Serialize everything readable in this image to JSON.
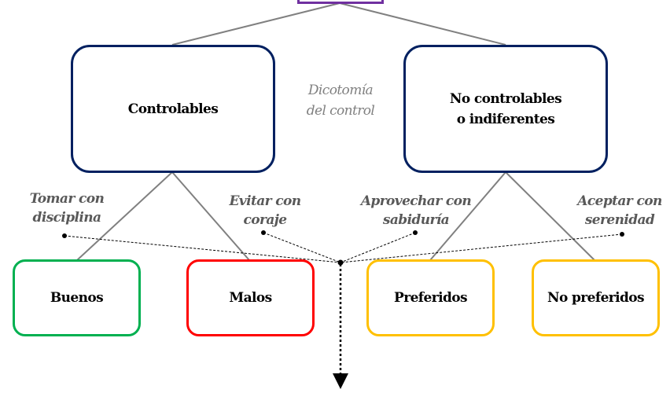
{
  "diagram": {
    "top_node_border_color": "#7030a0",
    "center_label": [
      "Dicotomía",
      "del control"
    ],
    "categories": [
      {
        "lines": [
          "Controlables"
        ],
        "border_color": "#002060"
      },
      {
        "lines": [
          "No controlables",
          "o indiferentes"
        ],
        "border_color": "#002060"
      }
    ],
    "subcategories": [
      {
        "label": "Buenos",
        "border_color": "#00b050",
        "parent": "Controlables"
      },
      {
        "label": "Malos",
        "border_color": "#ff0000",
        "parent": "Controlables"
      },
      {
        "label": "Preferidos",
        "border_color": "#ffc000",
        "parent": "No controlables o indiferentes"
      },
      {
        "label": "No preferidos",
        "border_color": "#ffc000",
        "parent": "No controlables o indiferentes"
      }
    ],
    "actions": [
      {
        "lines": [
          "Tomar con",
          "disciplina"
        ]
      },
      {
        "lines": [
          "Evitar con",
          "coraje"
        ]
      },
      {
        "lines": [
          "Aprovechar con",
          "sabiduría"
        ]
      },
      {
        "lines": [
          "Aceptar con",
          "serenidad"
        ]
      }
    ],
    "connector_color": "#808080",
    "pointer_color": "#000000"
  }
}
